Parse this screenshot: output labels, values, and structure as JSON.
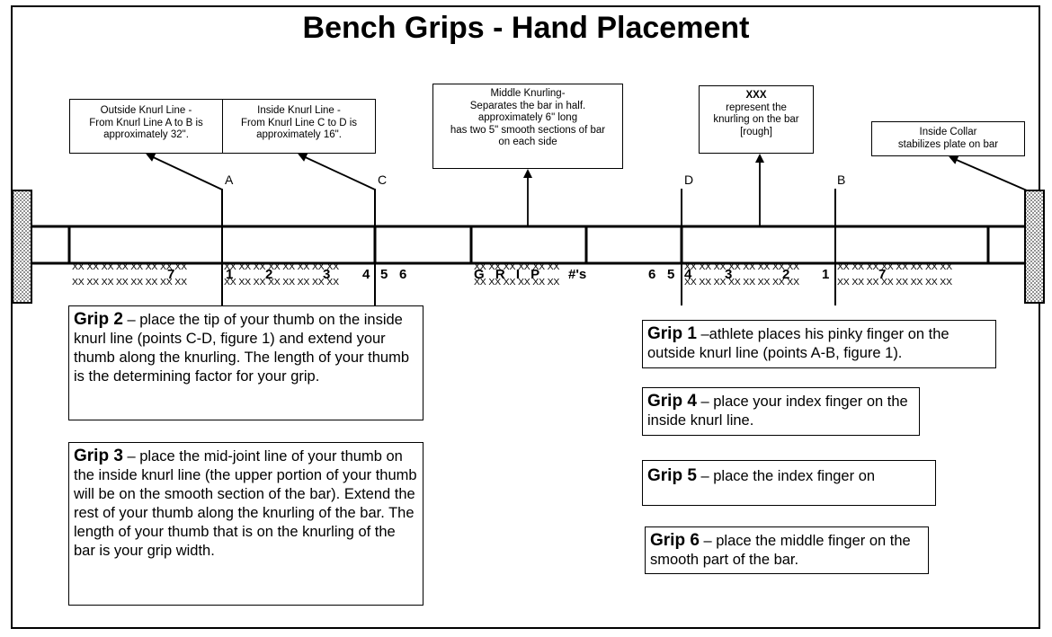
{
  "title": "Bench Grips - Hand Placement",
  "callouts": {
    "outside": [
      "Outside Knurl Line -",
      "From Knurl Line A to B is",
      "approximately 32\"."
    ],
    "inside": [
      "Inside Knurl Line -",
      "From Knurl Line C to D is",
      "approximately 16\"."
    ],
    "middle": [
      "Middle Knurling-",
      "Separates the bar in half.",
      "approximately 6\" long",
      "has two 5\" smooth sections of bar",
      "on each side"
    ],
    "xxx_title": "XXX",
    "xxx": [
      "represent the",
      "knurling on the bar",
      "[rough]"
    ],
    "collar": [
      "Inside Collar",
      "stabilizes plate on bar"
    ]
  },
  "points": {
    "A": "A",
    "B": "B",
    "C": "C",
    "D": "D"
  },
  "knurl": {
    "left_outer": "XX XX XX XX XX XX XX XX",
    "left_inner": "XX XX XX XX XX XX XX XX",
    "middle": "XX XX XX XX XX XX",
    "right_inner": "XX XX XX XX XX XX XX XX",
    "right_outer": "XX XX XX XX XX XX XX XX"
  },
  "numbers": {
    "n7l": "7",
    "n1l": "1",
    "n2l": "2",
    "n3l": "3",
    "n4l": "4",
    "n5l": "5",
    "n6l": "6",
    "grip": "G R I P",
    "grips": "#'s",
    "n6r": "6",
    "n5r": "5",
    "n4r": "4",
    "n3r": "3",
    "n2r": "2",
    "n1r": "1",
    "n7r": "7"
  },
  "grips": {
    "g2": {
      "label": "Grip 2",
      "text": " –  place the tip of your thumb on the inside knurl line (points C-D, figure 1) and extend your thumb along the knurling.  The length of your thumb is the determining factor for your grip."
    },
    "g3": {
      "label": "Grip 3",
      "text": " – place the mid-joint line of your thumb on the inside knurl line (the upper portion of your thumb will be on the smooth section of the bar).  Extend the rest of your thumb along the knurling of the bar.  The length of your thumb that is on the knurling of the bar is your grip width."
    },
    "g1": {
      "label": "Grip 1",
      "text": " –athlete places his pinky finger on the outside knurl line (points A-B, figure 1)."
    },
    "g4": {
      "label": "Grip 4",
      "text": " – place your index finger on the inside knurl line."
    },
    "g5": {
      "label": "Grip 5",
      "text": " –  place the index finger on"
    },
    "g6": {
      "label": "Grip 6",
      "text": " –  place the middle finger on the smooth part of the bar."
    }
  }
}
